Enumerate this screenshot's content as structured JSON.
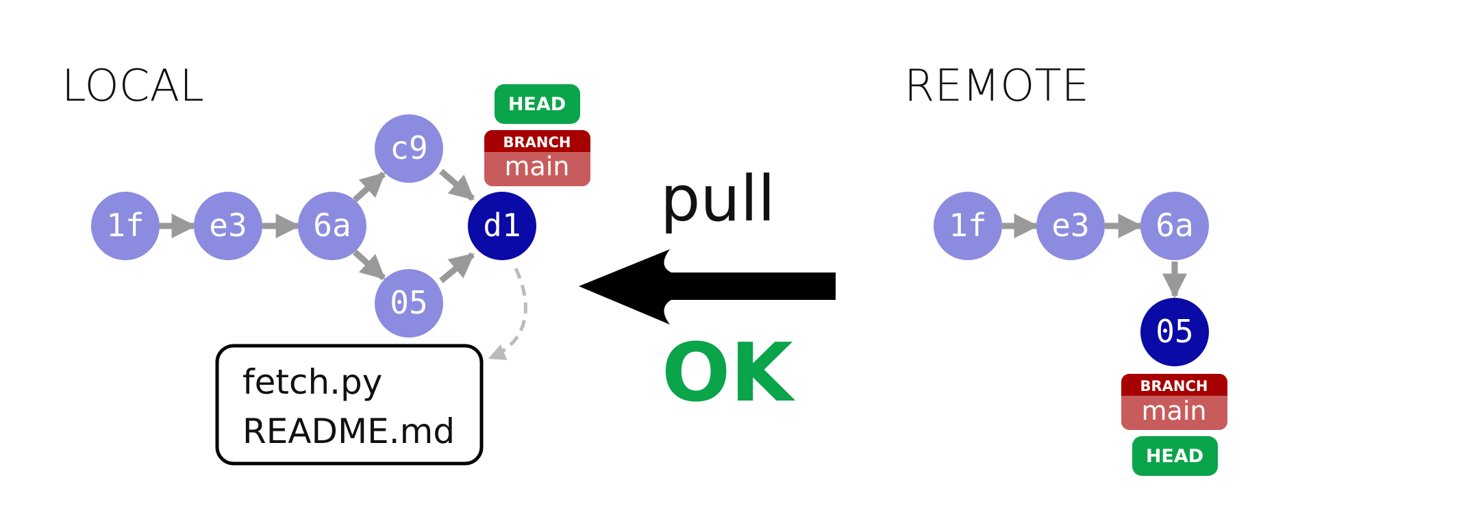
{
  "local": {
    "title": "LOCAL",
    "commits": [
      {
        "id": "1f",
        "status": "other"
      },
      {
        "id": "e3",
        "status": "other"
      },
      {
        "id": "6a",
        "status": "other"
      },
      {
        "id": "c9",
        "status": "other"
      },
      {
        "id": "05",
        "status": "other"
      },
      {
        "id": "d1",
        "status": "current"
      }
    ],
    "head_label": "HEAD",
    "branch_tag": "BRANCH",
    "branch_name": "main",
    "files": [
      "fetch.py",
      "README.md"
    ]
  },
  "operation": {
    "command": "pull",
    "result": "OK"
  },
  "remote": {
    "title": "REMOTE",
    "commits": [
      {
        "id": "1f",
        "status": "other"
      },
      {
        "id": "e3",
        "status": "other"
      },
      {
        "id": "6a",
        "status": "other"
      },
      {
        "id": "05",
        "status": "current"
      }
    ],
    "branch_tag": "BRANCH",
    "branch_name": "main",
    "head_label": "HEAD"
  },
  "colors": {
    "commit_other": "#8b8bdf",
    "commit_current": "#0a0aa6",
    "head_badge": "#0aa44a",
    "branch_tag": "#a60000",
    "branch_name_bg": "#c85c5c",
    "ok_text": "#0aa44a",
    "arrow_gray": "#999999",
    "big_arrow": "#000000"
  }
}
